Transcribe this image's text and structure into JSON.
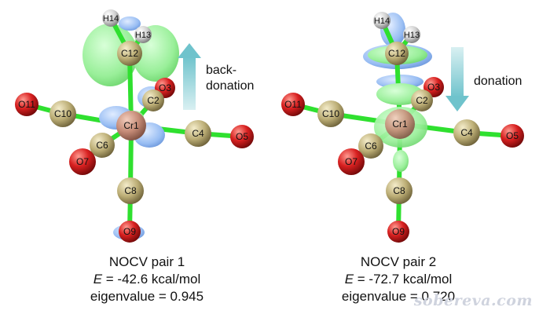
{
  "panels": [
    {
      "caption": {
        "title": "NOCV pair 1",
        "e_symbol": "E",
        "e_value": " = -42.6 kcal/mol",
        "eigen": "eigenvalue = 0.945"
      },
      "arrow_label_1": "back-",
      "arrow_label_2": "donation",
      "arrow_direction": "up",
      "atoms": {
        "H14": "H14",
        "H13": "H13",
        "C12": "C12",
        "O3": "O3",
        "C2": "C2",
        "O11": "O11",
        "C10": "C10",
        "Cr1": "Cr1",
        "C4": "C4",
        "O5": "O5",
        "C6": "C6",
        "O7": "O7",
        "C8": "C8",
        "O9": "O9"
      }
    },
    {
      "caption": {
        "title": "NOCV pair 2",
        "e_symbol": "E",
        "e_value": " = -72.7 kcal/mol",
        "eigen": "eigenvalue = 0.720"
      },
      "arrow_label_1": "donation",
      "arrow_direction": "down",
      "atoms": {
        "H14": "H14",
        "H13": "H13",
        "C12": "C12",
        "O3": "O3",
        "C2": "C2",
        "O11": "O11",
        "C10": "C10",
        "Cr1": "Cr1",
        "C4": "C4",
        "O5": "O5",
        "C6": "C6",
        "O7": "O7",
        "C8": "C8",
        "O9": "O9"
      }
    }
  ],
  "colors": {
    "bond": "#2fe02f",
    "carbon": "#b8a870",
    "oxygen": "#d61e1e",
    "hydrogen": "#d4d4d4",
    "chromium": "#c88f7a",
    "lobe_green": "#9cf29c",
    "lobe_blue": "#9cc0f5",
    "arrow": "#8ecfd6"
  },
  "watermark": "sobereva.com"
}
